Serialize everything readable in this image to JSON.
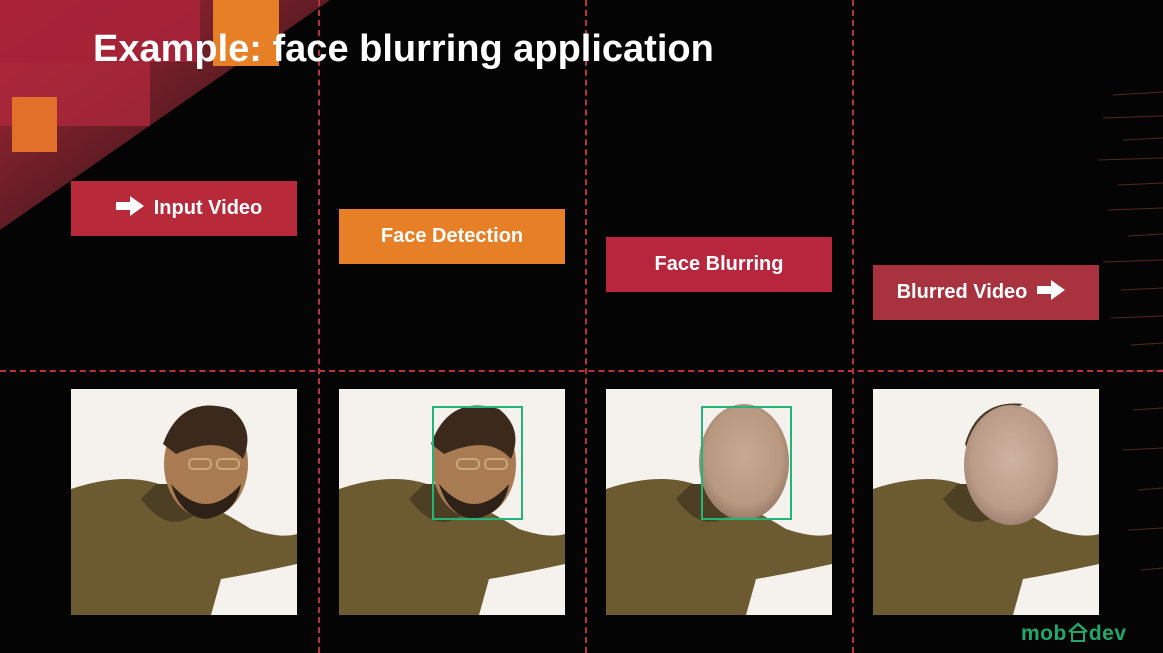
{
  "title": "Example: face blurring application",
  "steps": [
    {
      "label": "Input Video",
      "icon_left": "arrow-right-icon",
      "color": "#b82a3a"
    },
    {
      "label": "Face Detection",
      "color": "#e77f26"
    },
    {
      "label": "Face Blurring",
      "color": "#b8263e"
    },
    {
      "label": "Blurred Video",
      "icon_right": "arrow-right-icon",
      "color": "#a8323e"
    }
  ],
  "images": [
    {
      "name": "input-frame",
      "face": "visible"
    },
    {
      "name": "detected-frame",
      "face": "visible",
      "detection_box": true
    },
    {
      "name": "blurring-frame",
      "face": "blurred",
      "detection_box": true
    },
    {
      "name": "output-frame",
      "face": "blurred"
    }
  ],
  "colors": {
    "background": "#050404",
    "dashed_lines": "#b8343c",
    "detection_box": "#22b57a",
    "accent_orange": "#e77f26",
    "accent_red": "#b82a3a"
  },
  "logo": {
    "left": "mob",
    "right": "dev"
  }
}
